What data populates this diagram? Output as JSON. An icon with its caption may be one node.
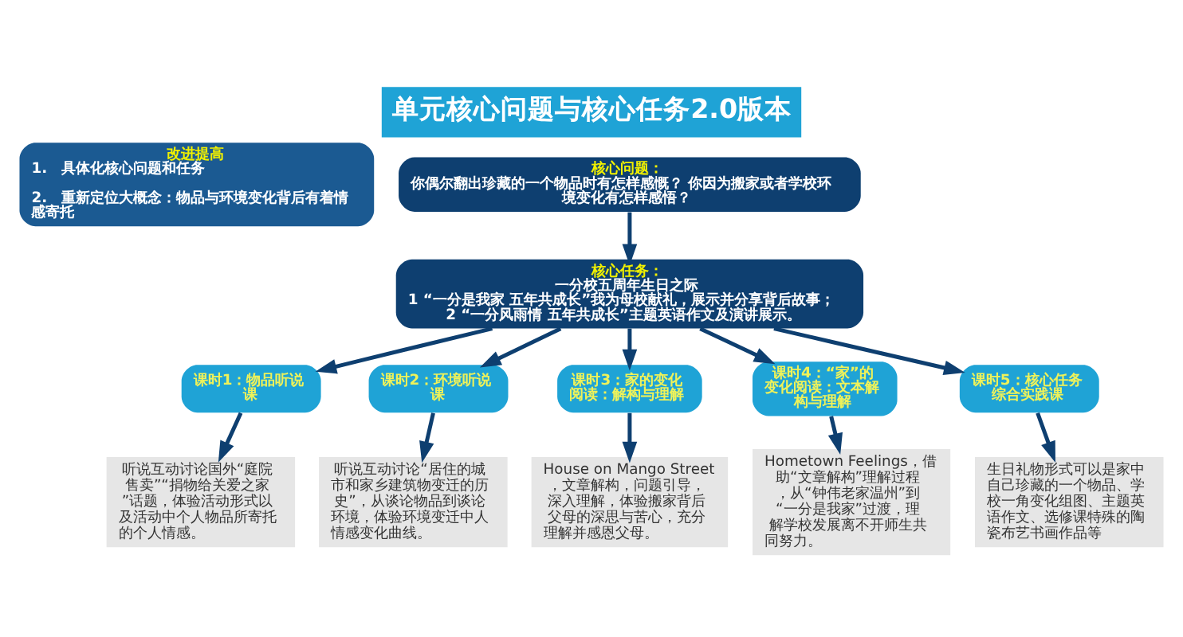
{
  "diagram": {
    "title": "单元核心问题与核心任务2.0版本",
    "nodes": [
      {
        "text": [
          "改进提高",
          "1.　具体化核心问题和任务",
          "2.　重新定位大概念：物品与环境变化背后有着情感寄托"
        ]
      },
      {
        "text": [
          "核心问题：",
          "你偶尔翻出珍藏的一个物品时有怎样感慨？ 你因为搬家或者学校环境变化有怎样感悟？"
        ]
      },
      {
        "text": [
          "核心任务：",
          "一分校五周年生日之际",
          "1 “一分是我家 五年共成长”我为母校献礼，展示并分享背后故事；",
          "2 “一分风雨情 五年共成长”主题英语作文及演讲展示。"
        ]
      },
      {
        "text": [
          "课时1：物品听说课"
        ]
      },
      {
        "text": [
          "课时2：环境听说课"
        ]
      },
      {
        "text": [
          "课时3：家的变化阅读：解构与理解"
        ]
      },
      {
        "text": [
          "课时4：“家”的变化阅读：文本解构与理解"
        ]
      },
      {
        "text": [
          "课时5：核心任务综合实践课"
        ]
      },
      {
        "text": [
          "听说互动讨论国外“庭院售卖”“捐物给关爱之家”话题，体验活动形式以及活动中个人物品所寄托的个人情感。"
        ]
      },
      {
        "text": [
          "听说互动讨论“居住的城市和家乡建筑物变迁的历史”，从谈论物品到谈论环境，体验环境变迁中人情感变化曲线。"
        ]
      },
      {
        "text": [
          "House on Mango Street，文章解构，问题引导，深入理解，体验搬家背后父母的深思与苦心，充分理解并感恩父母。"
        ]
      },
      {
        "text": [
          "Hometown Feelings，借助“文章解构”理解过程，从“钟伟老家温州”到“一分是我家”过渡，理解学校发展离不开师生共同努力。"
        ]
      },
      {
        "text": [
          "生日礼物形式可以是家中自己珍藏的一个物品、学校一角变化组图、主题英语作文、选修课特殊的陶瓷布艺书画作品等"
        ]
      }
    ],
    "edges": [
      {
        "from": 1,
        "to": 2,
        "arrow": "to"
      },
      {
        "from": 2,
        "to": 3,
        "arrow": "to"
      },
      {
        "from": 2,
        "to": 4,
        "arrow": "to"
      },
      {
        "from": 2,
        "to": 5,
        "arrow": "to"
      },
      {
        "from": 2,
        "to": 6,
        "arrow": "to"
      },
      {
        "from": 2,
        "to": 7,
        "arrow": "to"
      },
      {
        "from": 3,
        "to": 8,
        "arrow": "to"
      },
      {
        "from": 4,
        "to": 9,
        "arrow": "to"
      },
      {
        "from": 5,
        "to": 10,
        "arrow": "to"
      },
      {
        "from": 6,
        "to": 11,
        "arrow": "to"
      },
      {
        "from": 7,
        "to": 12,
        "arrow": "to"
      }
    ]
  }
}
